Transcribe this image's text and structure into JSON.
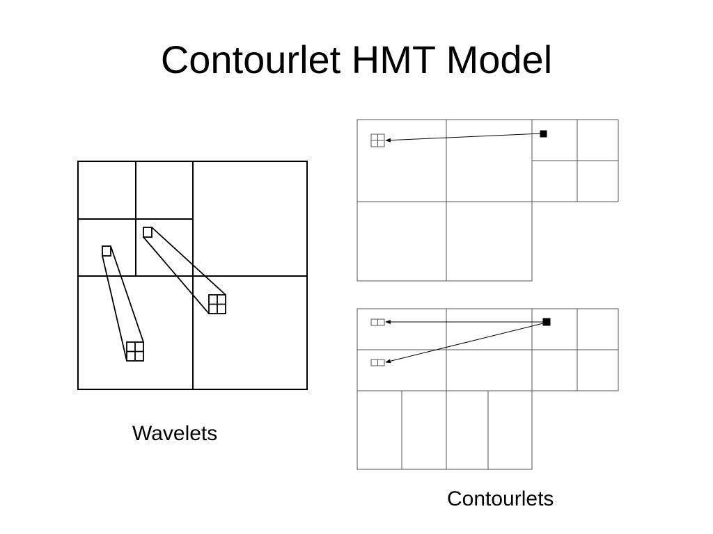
{
  "slide": {
    "title": "Contourlet HMT Model"
  },
  "captions": {
    "wavelets": "Wavelets",
    "contourlets": "Contourlets"
  },
  "colors": {
    "ink": "#000000",
    "background": "#ffffff",
    "thin_grid": "#555555"
  }
}
